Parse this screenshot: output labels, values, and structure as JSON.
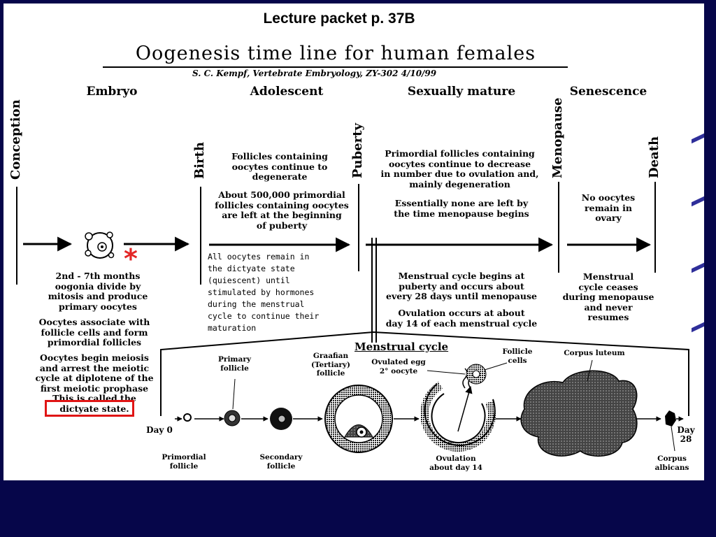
{
  "header": {
    "packet_title": "Lecture packet p. 37B",
    "diagram_title": "Oogenesis time line for human females",
    "credit": "S. C. Kempf, Vertebrate Embryology, ZY-302  4/10/99"
  },
  "stages": {
    "embryo": "Embryo",
    "adolescent": "Adolescent",
    "sexually_mature": "Sexually mature",
    "senescence": "Senescence"
  },
  "milestones": {
    "conception": "Conception",
    "birth": "Birth",
    "puberty": "Puberty",
    "menopause": "Menopause",
    "death": "Death"
  },
  "embryo_notes": {
    "p1": [
      "2nd - 7th months",
      "oogonia divide by",
      "mitosis and produce",
      "primary oocytes"
    ],
    "p2": [
      "Oocytes associate with",
      "follicle cells and form",
      "primordial follicles"
    ],
    "p3": [
      "Oocytes begin meiosis",
      "and arrest the meiotic",
      "cycle at diplotene of the",
      "first meiotic prophase",
      "This is called the"
    ],
    "highlight": "dictyate state."
  },
  "adolescent_notes": {
    "p1": [
      "Follicles containing",
      "oocytes continue to",
      "degenerate"
    ],
    "p2": [
      "About 500,000 primordial",
      "follicles containing oocytes",
      "are left at the beginning",
      "of puberty"
    ],
    "mono": "All oocytes remain in\nthe dictyate state\n(quiescent) until\nstimulated by hormones\nduring the menstrual\ncycle to continue their\nmaturation"
  },
  "mature_notes": {
    "p1": [
      "Primordial follicles containing",
      "oocytes continue to decrease",
      "in number due to ovulation and,",
      "mainly degeneration"
    ],
    "p2": [
      "Essentially none are left by",
      "the time menopause begins"
    ],
    "p3": [
      "Menstrual cycle begins at",
      "puberty and occurs about",
      "every 28 days until menopause"
    ],
    "p4": [
      "Ovulation occurs at about",
      "day 14 of each menstrual cycle"
    ]
  },
  "senescence_notes": {
    "p1": [
      "No oocytes",
      "remain in",
      "ovary"
    ],
    "p2": [
      "Menstrual",
      "cycle ceases",
      "during menopause",
      "and never",
      "resumes"
    ]
  },
  "menstrual_cycle": {
    "title": "Menstrual cycle",
    "day0": "Day 0",
    "day28": [
      "Day",
      "28"
    ],
    "primordial": [
      "Primordial",
      "follicle"
    ],
    "primary": [
      "Primary",
      "follicle"
    ],
    "secondary": [
      "Secondary",
      "follicle"
    ],
    "graafian": [
      "Graafian",
      "(Tertiary)",
      "follicle"
    ],
    "ovulated": [
      "Ovulated egg",
      "2° oocyte"
    ],
    "follicle_cells": [
      "Follicle",
      "cells"
    ],
    "corpus_luteum": "Corpus luteum",
    "ovulation": [
      "Ovulation",
      "about day 14"
    ],
    "corpus_albicans": [
      "Corpus",
      "albicans"
    ]
  },
  "annotation": {
    "star": "*"
  }
}
